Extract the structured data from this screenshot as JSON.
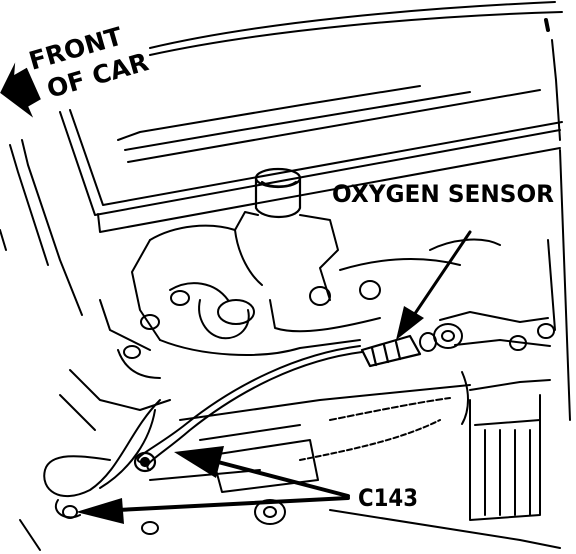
{
  "labels": {
    "front_line1": "FRONT",
    "front_line2": "OF CAR",
    "oxygen_sensor": "OXYGEN SENSOR",
    "connector": "C143"
  },
  "colors": {
    "ink": "#000000",
    "paper": "#ffffff"
  },
  "icons": {
    "direction": "arrow-left-icon"
  }
}
